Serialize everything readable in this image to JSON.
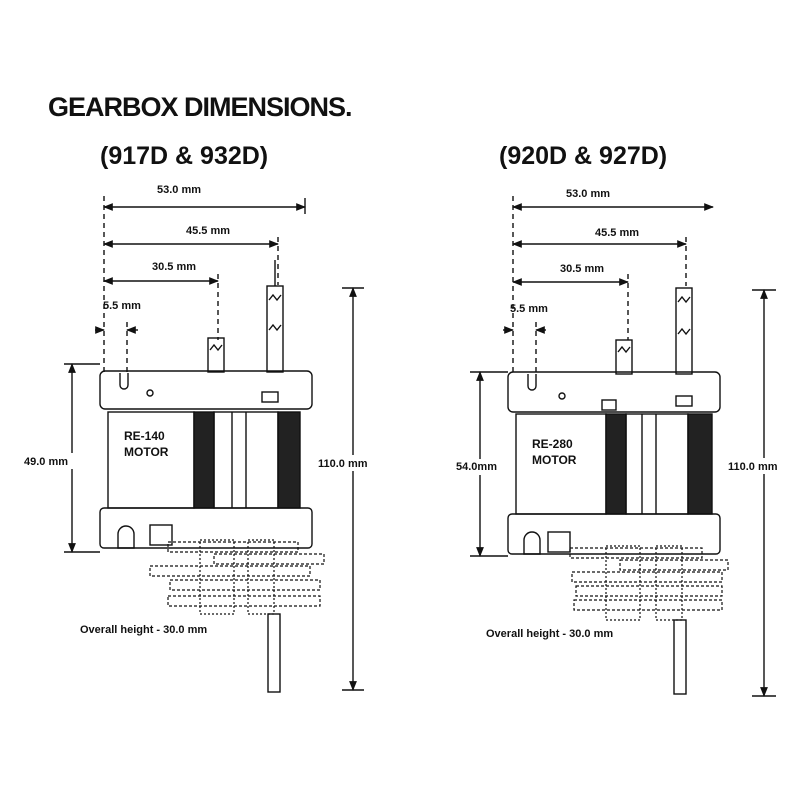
{
  "title": "GEARBOX DIMENSIONS.",
  "left": {
    "model": "(917D  & 932D)",
    "dims": {
      "d1": "53.0 mm",
      "d2": "45.5 mm",
      "d3": "30.5 mm",
      "d4": "5.5 mm",
      "height_body": "49.0 mm",
      "height_total": "110.0 mm"
    },
    "motor_line1": "RE-140",
    "motor_line2": "MOTOR",
    "overall": "Overall height - 30.0 mm"
  },
  "right": {
    "model": "(920D & 927D)",
    "dims": {
      "d1": "53.0 mm",
      "d2": "45.5 mm",
      "d3": "30.5 mm",
      "d4": "5.5 mm",
      "height_body": "54.0mm",
      "height_total": "110.0 mm"
    },
    "motor_line1": "RE-280",
    "motor_line2": "MOTOR",
    "overall": "Overall height - 30.0 mm"
  }
}
